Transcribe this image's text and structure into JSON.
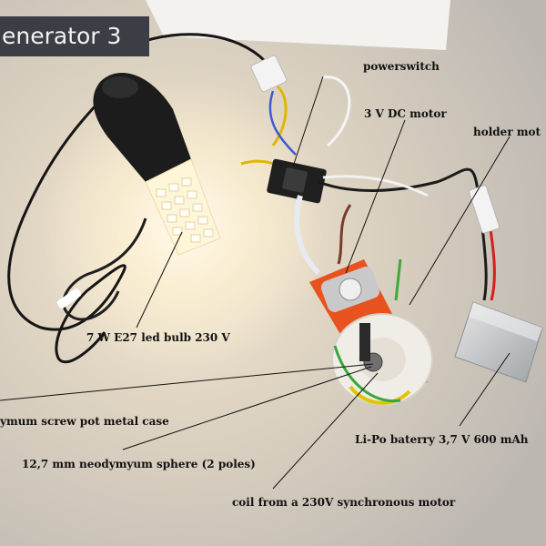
{
  "title": "enerator 3",
  "labels": {
    "powerswitch": "powerswitch",
    "dc_motor": "3 V DC motor",
    "holder_motor": "holder mot",
    "led_bulb": "7 W E27 led bulb 230 V",
    "screw_pot": "ymum screw pot metal case",
    "sphere": "12,7 mm neodymyum sphere (2 poles)",
    "lipo": "Li-Po baterry 3,7 V 600 mAh",
    "coil": "coil from  a 230V synchronous motor"
  },
  "colors": {
    "background": "#cfc8bf",
    "title_bar": "#3b3f45",
    "lamp_body": "#1c1c1c",
    "led_glow": "#fff6d8",
    "holder_orange": "#e8521f",
    "coil_white": "#f0ece6",
    "battery_silver": "#c9cbcd"
  }
}
